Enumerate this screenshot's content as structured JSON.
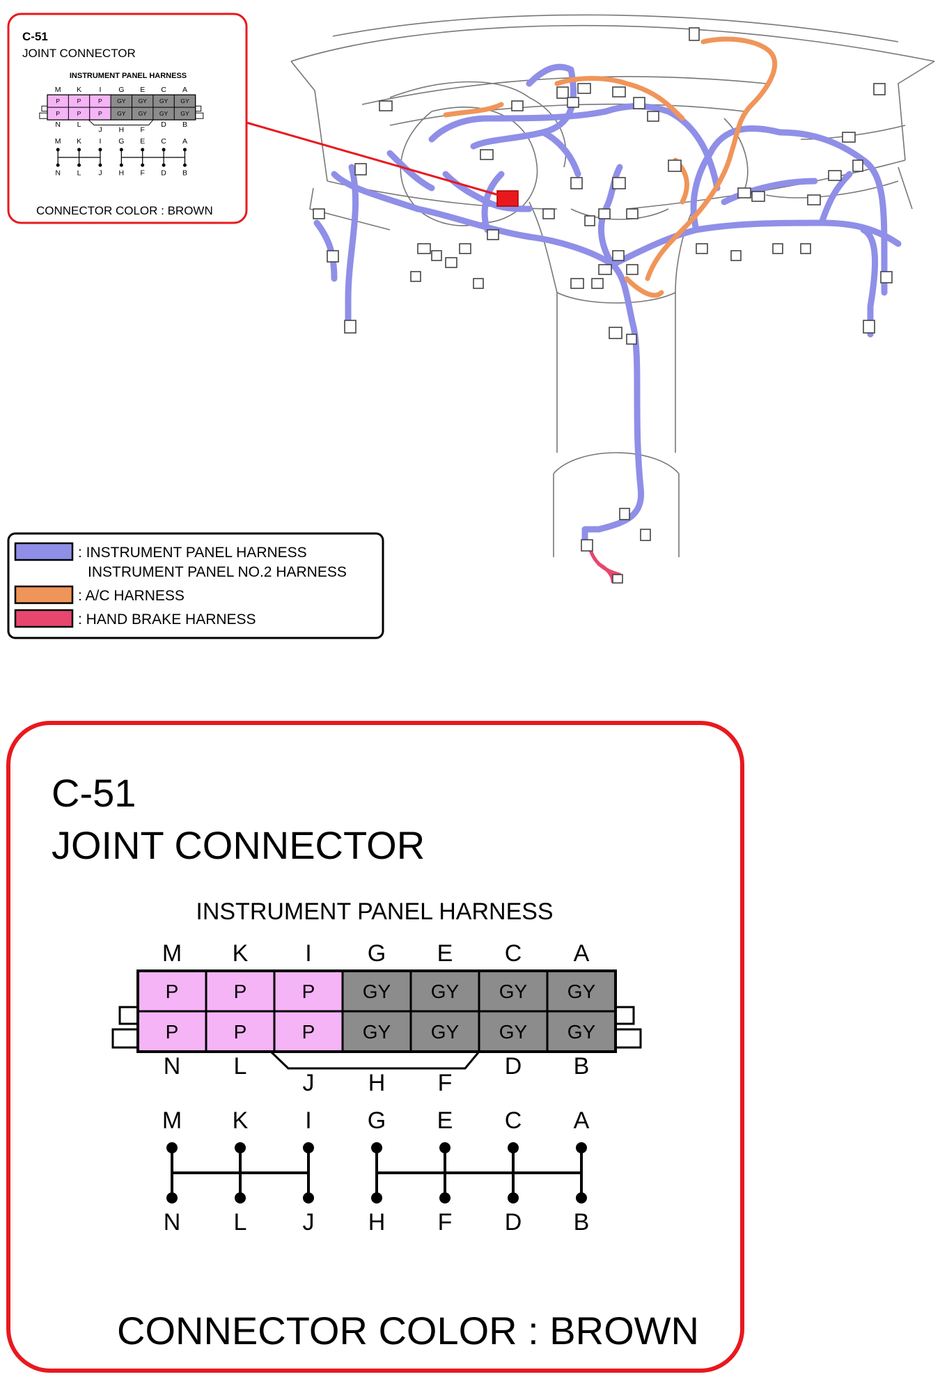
{
  "connector": {
    "code": "C-51",
    "name": "JOINT CONNECTOR",
    "harness": "INSTRUMENT PANEL HARNESS",
    "color_label": "CONNECTOR COLOR : BROWN",
    "top_pins": [
      "M",
      "K",
      "I",
      "G",
      "E",
      "C",
      "A"
    ],
    "bottom_pins": [
      "N",
      "L",
      "J",
      "H",
      "F",
      "D",
      "B"
    ],
    "top_row_colors": [
      "P",
      "P",
      "P",
      "GY",
      "GY",
      "GY",
      "GY"
    ],
    "bottom_row_colors": [
      "P",
      "P",
      "P",
      "GY",
      "GY",
      "GY",
      "GY"
    ],
    "groups": [
      [
        "M",
        "K",
        "I",
        "N",
        "L",
        "J"
      ],
      [
        "G",
        "E",
        "C",
        "A",
        "H",
        "F",
        "D",
        "B"
      ]
    ]
  },
  "legend": [
    {
      "color": "#8f8fe8",
      "lines": [
        ": INSTRUMENT PANEL HARNESS",
        "INSTRUMENT PANEL NO.2 HARNESS"
      ]
    },
    {
      "color": "#f0955a",
      "lines": [
        ": A/C HARNESS"
      ]
    },
    {
      "color": "#e8466e",
      "lines": [
        ": HAND BRAKE HARNESS"
      ]
    }
  ],
  "colors": {
    "frame_red": "#e8191e",
    "pink_cell": "#f5b4f5",
    "gray_cell": "#8c8c8c",
    "panel_harness": "#8f8fe8",
    "ac_harness": "#f0955a",
    "hand_brake": "#e8466e",
    "highlight": "#e8191e"
  },
  "icons": [
    "connector-icon"
  ]
}
